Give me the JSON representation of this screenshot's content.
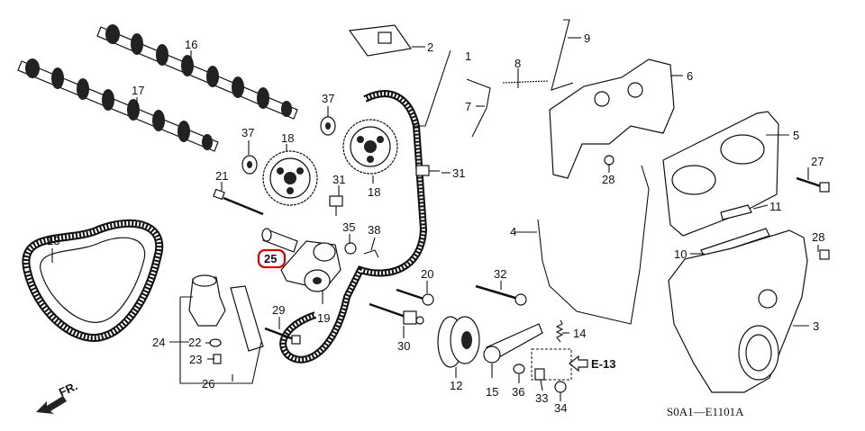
{
  "diagram_code": "S0A1—E1101A",
  "direction_label": "FR.",
  "reference_label": "E-13",
  "highlighted_callout": "25",
  "callouts": [
    "1",
    "2",
    "3",
    "4",
    "5",
    "6",
    "7",
    "8",
    "9",
    "10",
    "11",
    "12",
    "13",
    "14",
    "15",
    "16",
    "17",
    "18",
    "18",
    "19",
    "20",
    "21",
    "22",
    "23",
    "24",
    "25",
    "26",
    "27",
    "28",
    "28",
    "29",
    "30",
    "31",
    "31",
    "32",
    "33",
    "34",
    "35",
    "36",
    "37",
    "37",
    "38"
  ]
}
